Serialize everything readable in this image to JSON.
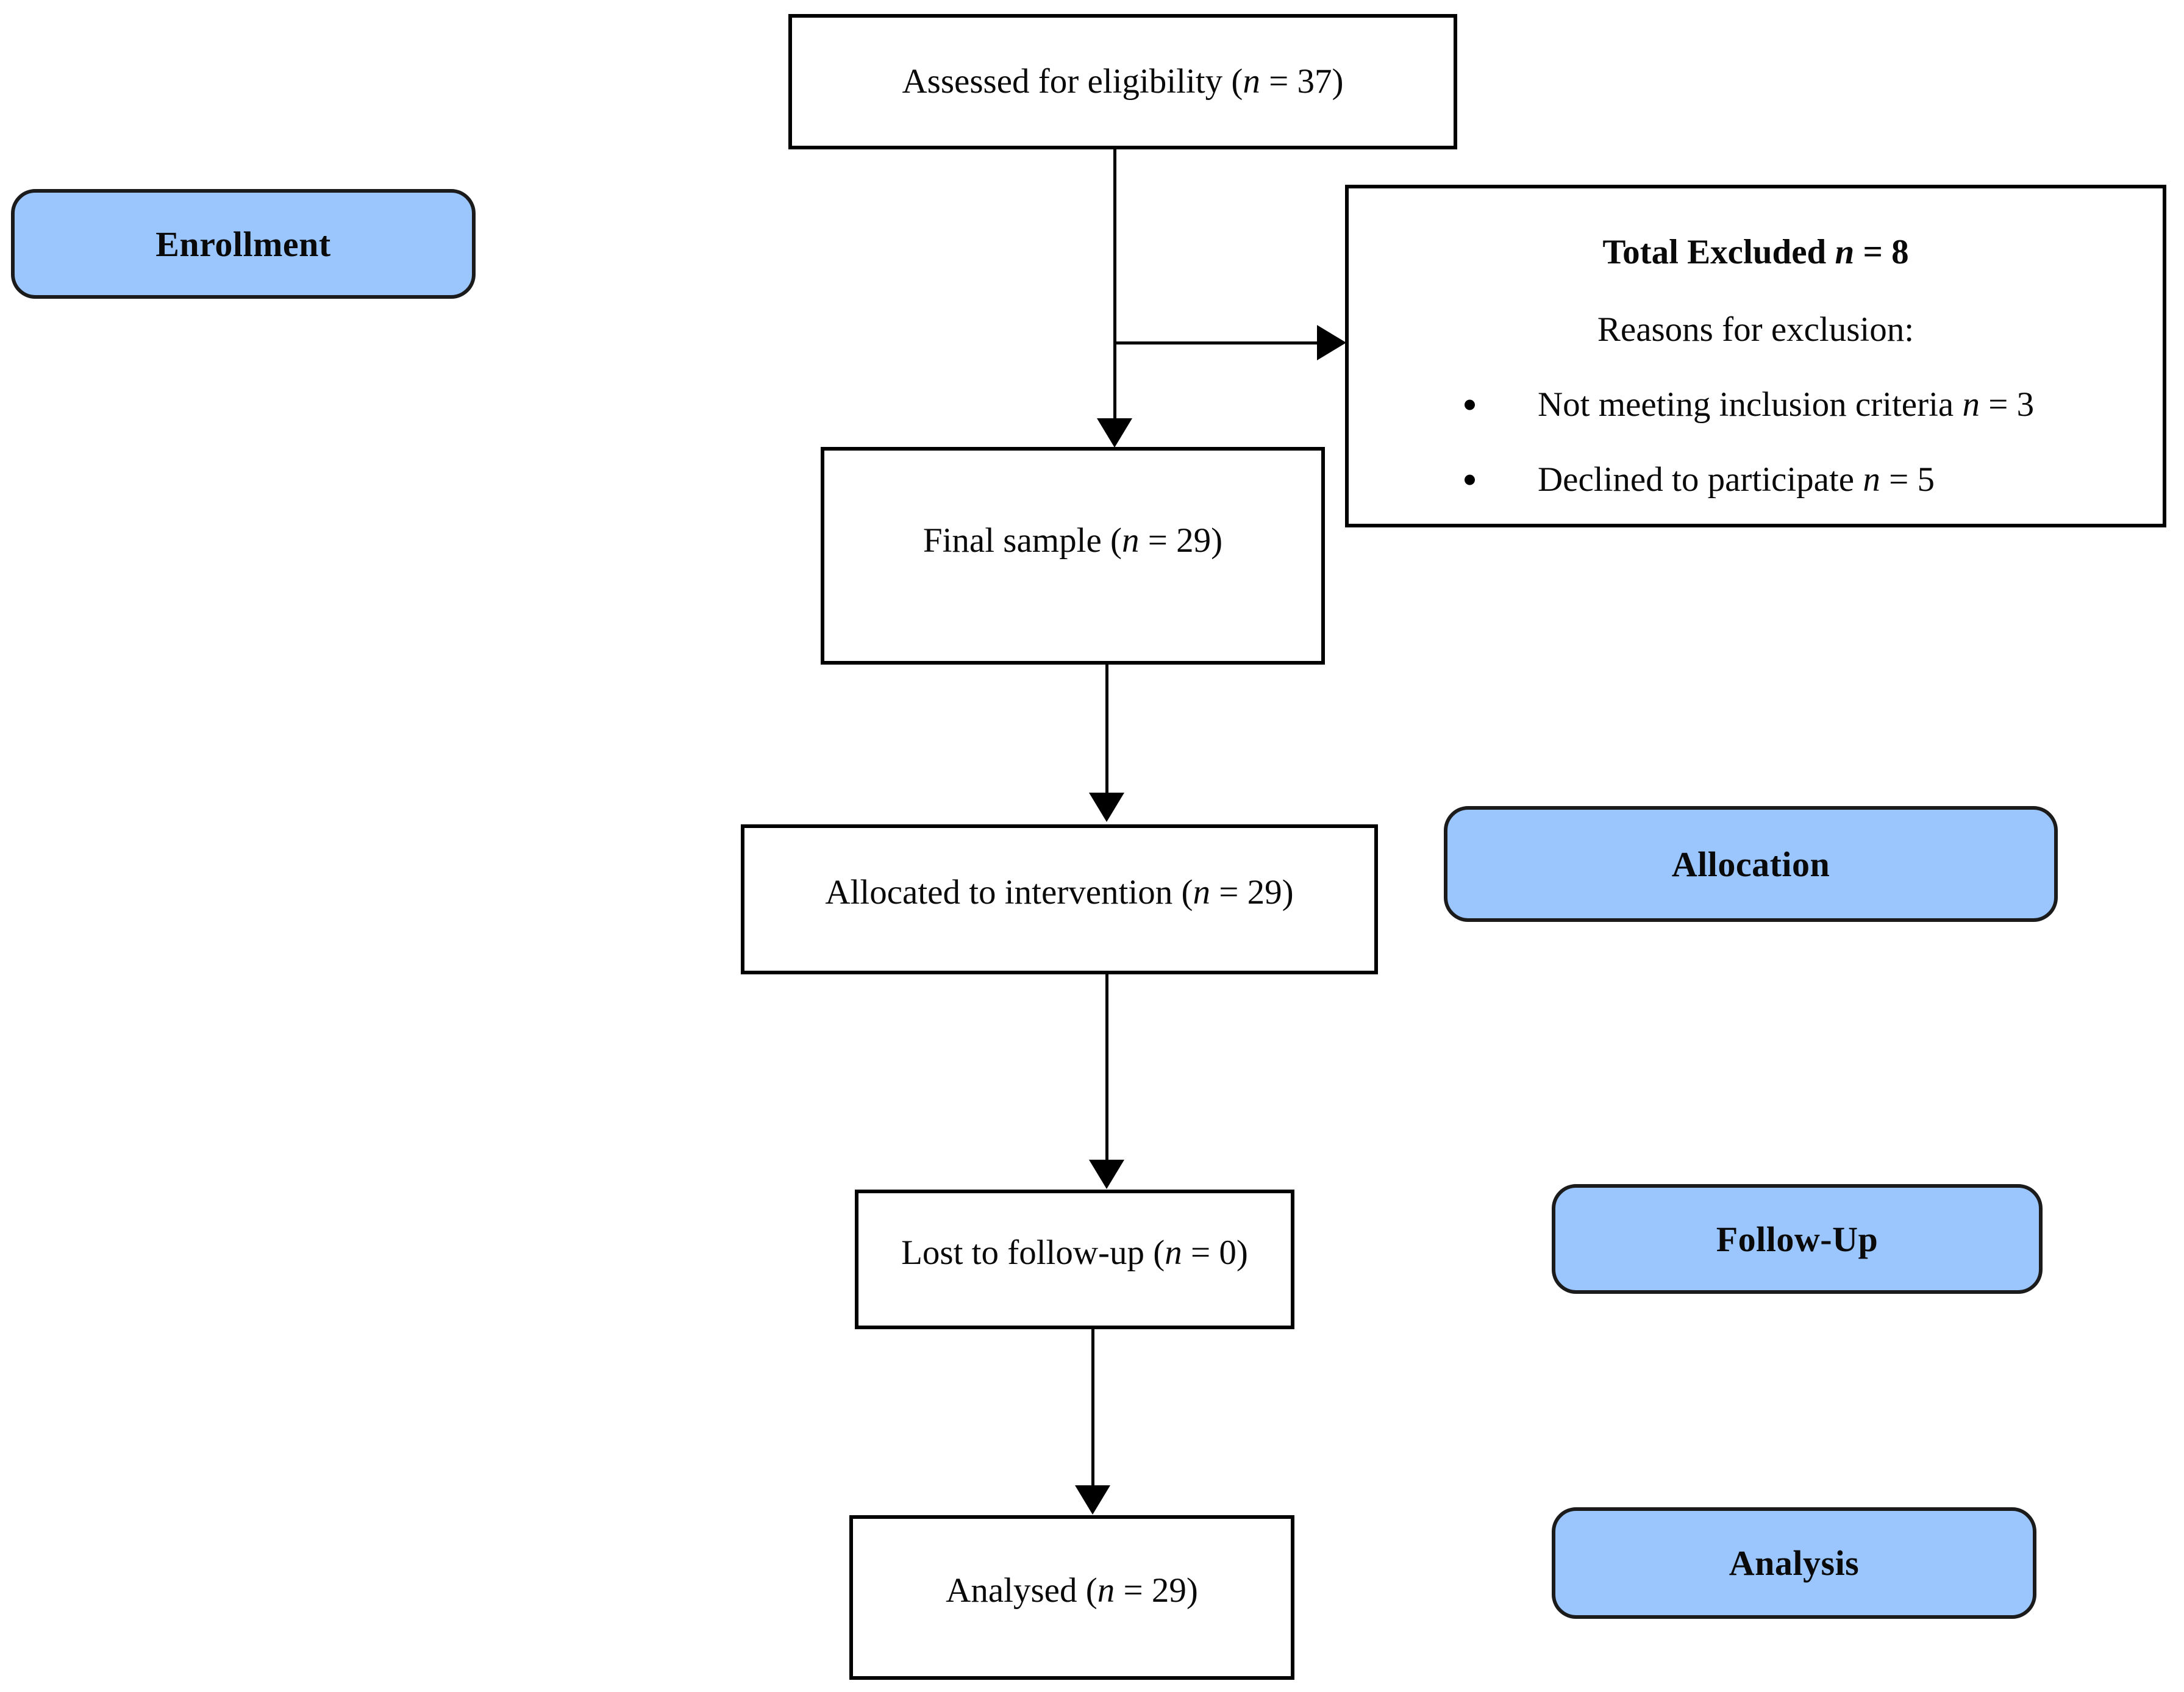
{
  "diagram": {
    "title": "CONSORT participant flow diagram",
    "accent_color": "#9AC5FD",
    "line_color": "#000000",
    "box_fill": "#FFFFFF",
    "border_color": "#000000"
  },
  "stages": {
    "enrollment": "Enrollment",
    "allocation": "Allocation",
    "followup": "Follow-Up",
    "analysis": "Analysis"
  },
  "nodes": {
    "assessed": {
      "prefix": "Assessed for eligibility (",
      "italic_n": "n",
      "suffix": " = 37)",
      "full_text": "Assessed for eligibility (n = 37)",
      "count": 37
    },
    "final_sample": {
      "prefix": "Final sample (",
      "italic_n": "n",
      "suffix": " = 29)",
      "full_text": "Final sample (n = 29)",
      "count": 29
    },
    "allocated": {
      "prefix": "Allocated to intervention (",
      "italic_n": "n",
      "suffix": " = 29)",
      "full_text": "Allocated to intervention (n = 29)",
      "count": 29
    },
    "lost": {
      "prefix": "Lost to follow-up (",
      "italic_n": "n",
      "suffix": " = 0)",
      "full_text": "Lost to follow-up (n = 0)",
      "count": 0
    },
    "analysed": {
      "prefix": "Analysed (",
      "italic_n": "n",
      "suffix": " = 29)",
      "full_text": "Analysed (n = 29)",
      "count": 29
    }
  },
  "excluded": {
    "title_prefix": "Total Excluded ",
    "title_italic_n": "n",
    "title_suffix": " = 8",
    "title_full": "Total Excluded n = 8",
    "total": 8,
    "subtitle": "Reasons for exclusion:",
    "reasons": [
      {
        "prefix": "Not meeting inclusion criteria ",
        "italic_n": "n",
        "suffix": " = 3",
        "full_text": "Not meeting inclusion criteria n = 3",
        "count": 3
      },
      {
        "prefix": "Declined to participate ",
        "italic_n": "n",
        "suffix": " = 5",
        "full_text": "Declined to participate n = 5",
        "count": 5
      }
    ]
  }
}
